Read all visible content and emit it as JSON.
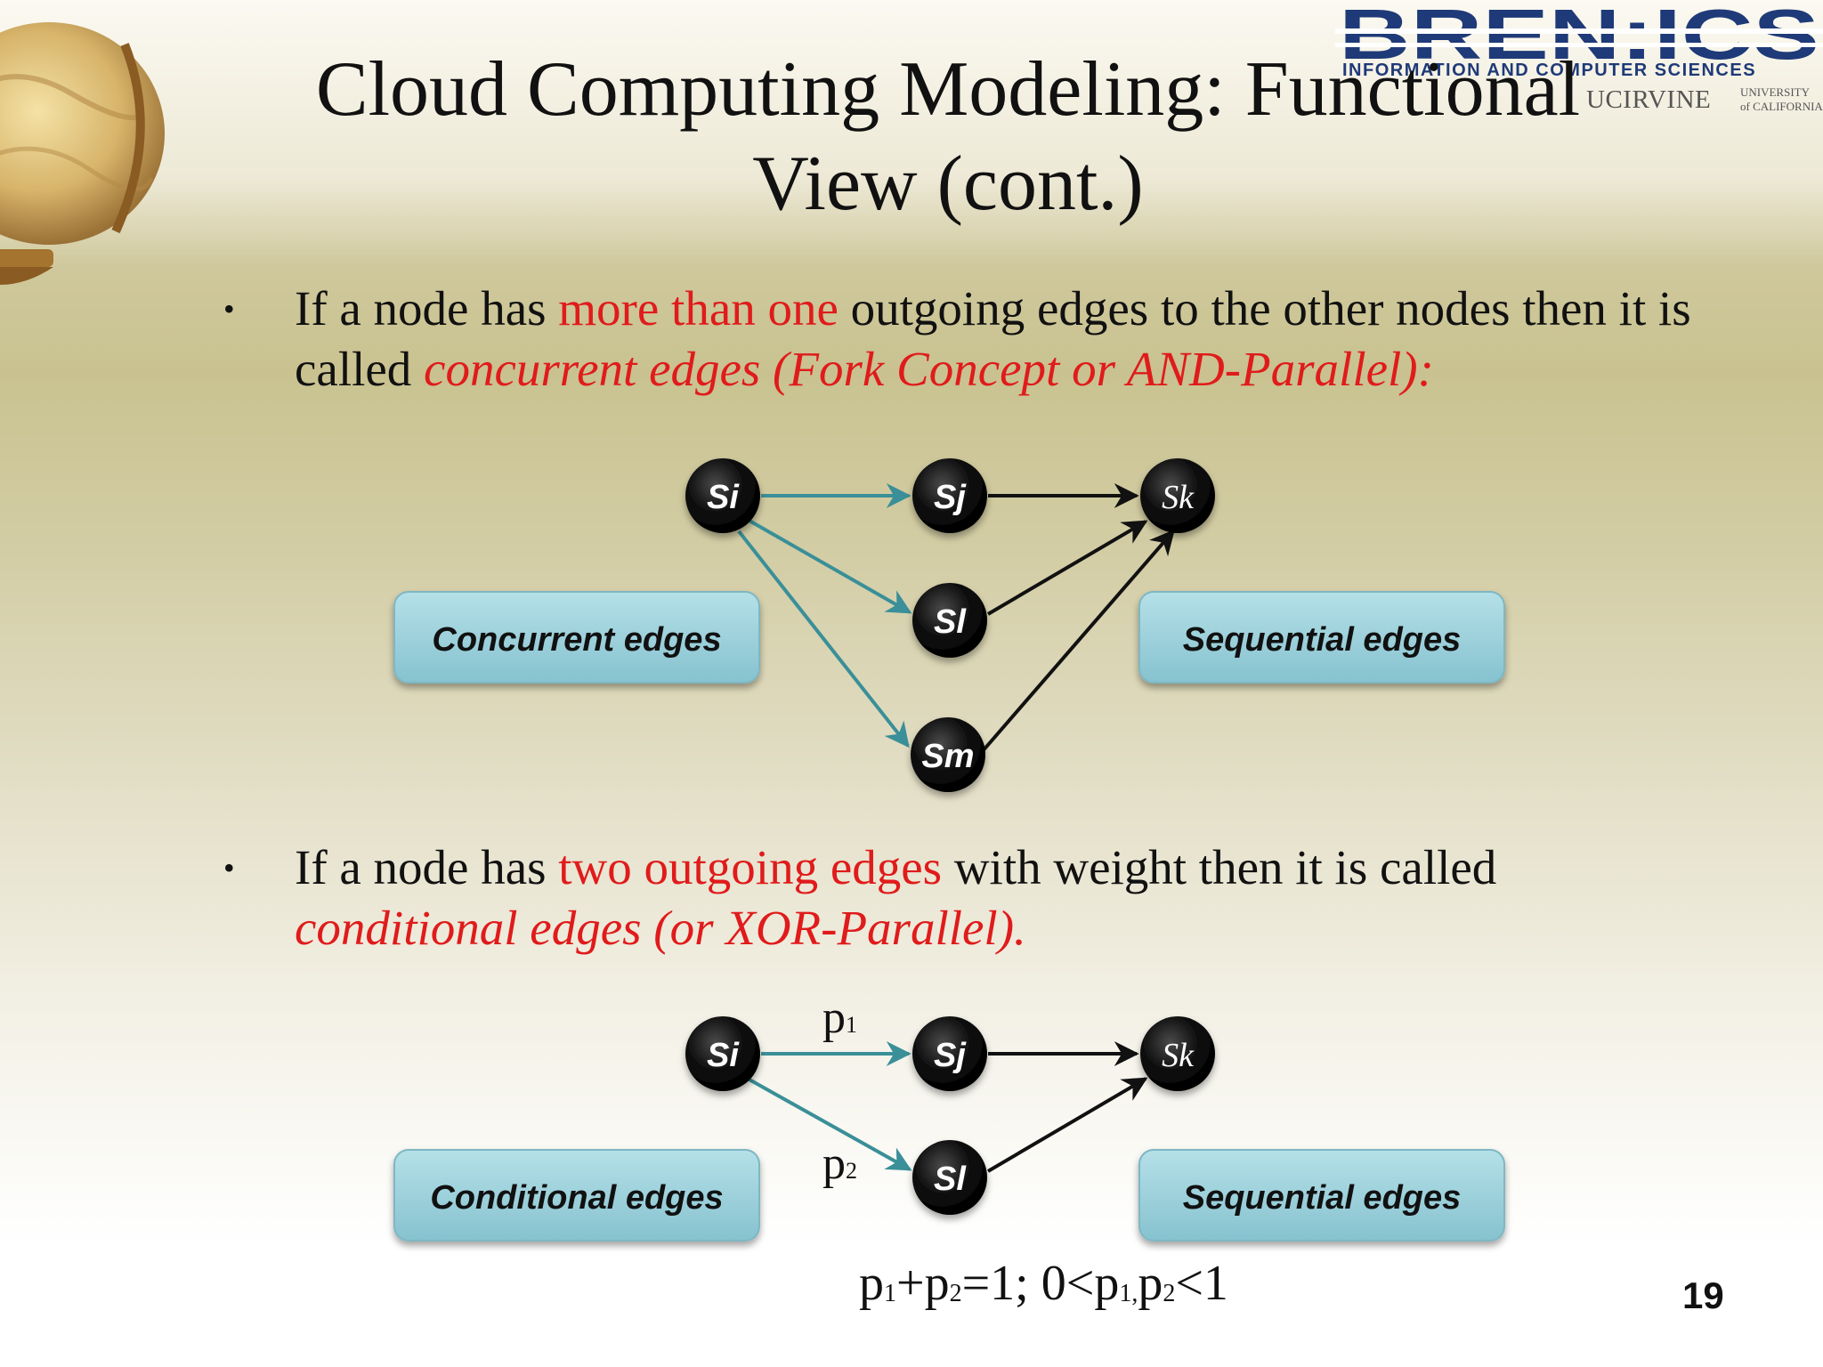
{
  "slide": {
    "title_line1": "Cloud Computing Modeling: Functional",
    "title_line2": "View (cont.)",
    "page_number": "19"
  },
  "logo": {
    "main": "BREN:ICS",
    "sub": "INFORMATION AND COMPUTER SCIENCES",
    "uci": "UCIRVINE",
    "univ1": "UNIVERSITY",
    "univ2": "of CALIFORNIA"
  },
  "bullet1": {
    "bullet": "•",
    "p1": "If  a node has ",
    "r1": "more than one",
    "p2": " outgoing edges to the other nodes then it is called ",
    "r2": "concurrent edges (Fork Concept or AND-Parallel):"
  },
  "bullet2": {
    "bullet": "•",
    "p1": "If a node has ",
    "r1": "two outgoing edges",
    "p2": " with weight then it is called ",
    "r2": "conditional edges (or XOR-Parallel)."
  },
  "diagram1": {
    "nodes": {
      "si": "Si",
      "sj": "Sj",
      "sk": "Sk",
      "sl": "Sl",
      "sm": "Sm"
    },
    "left_box": "Concurrent edges",
    "right_box": "Sequential edges"
  },
  "diagram2": {
    "nodes": {
      "si": "Si",
      "sj": "Sj",
      "sk": "Sk",
      "sl": "Sl"
    },
    "left_box": "Conditional edges",
    "right_box": "Sequential edges",
    "p1_base": "p",
    "p1_sub": "1",
    "p2_base": "p",
    "p2_sub": "2"
  },
  "formula": {
    "a": "p",
    "a_sub": "1",
    "b": "+p",
    "b_sub": "2",
    "c": "=1; 0<p",
    "c_sub": "1,",
    "d": "p",
    "d_sub": "2",
    "e": "<1"
  },
  "colors": {
    "concurrent_edge": "#3a8f98",
    "sequential_edge": "#111111",
    "highlight_text": "#e01b1b",
    "box_fill": "#9dd2dc",
    "node_fill": "#0a0a0a"
  }
}
